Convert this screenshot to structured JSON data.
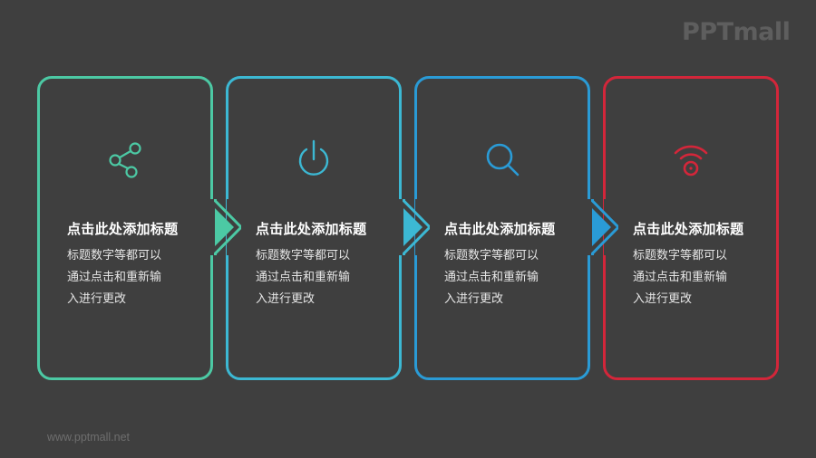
{
  "logo": {
    "text": "PPTmall"
  },
  "footer": {
    "url_text": "www.pptmall.net"
  },
  "colors": {
    "background": "#3f3f3f",
    "teal": "#4cc9a4",
    "cyan": "#3cb8d3",
    "blue": "#2a9bd6",
    "red": "#d3263a"
  },
  "cards": [
    {
      "icon": "share-icon",
      "color": "#4cc9a4",
      "title": "点击此处添加标题",
      "lines": [
        "标题数字等都可以",
        "通过点击和重新输",
        "入进行更改"
      ]
    },
    {
      "icon": "power-icon",
      "color": "#3cb8d3",
      "title": "点击此处添加标题",
      "lines": [
        "标题数字等都可以",
        "通过点击和重新输",
        "入进行更改"
      ]
    },
    {
      "icon": "search-icon",
      "color": "#2a9bd6",
      "title": "点击此处添加标题",
      "lines": [
        "标题数字等都可以",
        "通过点击和重新输",
        "入进行更改"
      ]
    },
    {
      "icon": "wifi-icon",
      "color": "#d3263a",
      "title": "点击此处添加标题",
      "lines": [
        "标题数字等都可以",
        "通过点击和重新输",
        "入进行更改"
      ]
    }
  ]
}
